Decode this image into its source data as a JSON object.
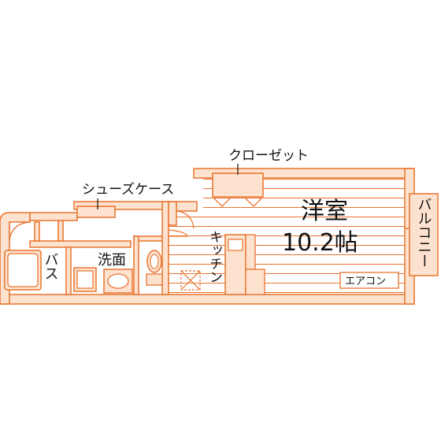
{
  "colors": {
    "wall": "#e8732e",
    "fill": "#fde3cf",
    "text": "#111111",
    "background": "#ffffff"
  },
  "labels": {
    "closet": "クローゼット",
    "shoe_case": "シューズケース",
    "room_name": "洋室",
    "room_size": "10.2帖",
    "bath": "バス",
    "washroom": "洗面",
    "kitchen": "キッチン",
    "aircon": "エアコン",
    "balcony": "バルコニー"
  }
}
